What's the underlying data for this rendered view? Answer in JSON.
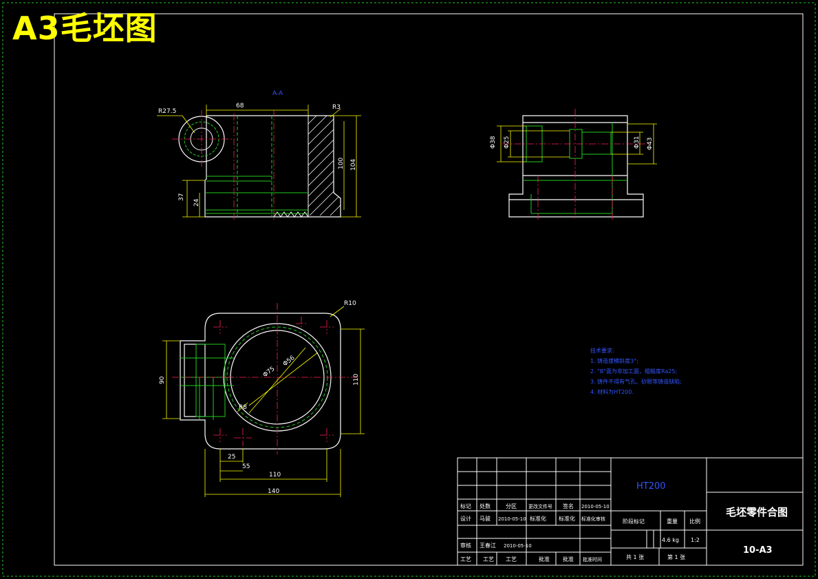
{
  "banner": {
    "title": "A3毛坯图"
  },
  "views": {
    "section_label": "A-A",
    "front": {
      "dims": {
        "r_boss": "R27.5",
        "width_top": "68",
        "chamfer": "R3",
        "h_total": "104",
        "h_inner": "100",
        "h_base": "37",
        "h_flange": "24"
      }
    },
    "side": {
      "dims": {
        "d_left_outer": "Φ38",
        "d_left_inner": "Φ25",
        "d_right_inner": "Φ31",
        "d_right_outer": "Φ43"
      }
    },
    "top": {
      "dims": {
        "corner_r": "R10",
        "d_outer": "Φ75",
        "d_inner": "Φ56",
        "height_left": "90",
        "height_right": "110",
        "small_r": "R8",
        "w25": "25",
        "w55": "55",
        "w110": "110",
        "w140": "140"
      }
    }
  },
  "notes": {
    "heading": "技术要求:",
    "items": [
      "1. 铸造拔模斜度3°;",
      "2. \"B\"面为非加工面，粗糙度Ra25;",
      "3. 铸件不得有气孔、砂眼等铸造缺陷;",
      "4. 材料为HT200."
    ]
  },
  "title_block": {
    "material": "HT200",
    "part_name": "毛坯零件合图",
    "drawing_no": "10-A3",
    "row_labels_1": [
      "标记",
      "处数",
      "分区",
      "更改文件号",
      "签名",
      "2010-05-10"
    ],
    "row_labels_2": [
      "设计",
      "马骏",
      "2010-05-10",
      "标准化",
      "标准化",
      "标准化审核"
    ],
    "row_labels_3": [
      "审核",
      "王春江",
      "2010-05-10"
    ],
    "row_labels_4": [
      "工艺",
      "工艺",
      "工艺",
      "批准",
      "批准",
      "批准时间"
    ],
    "stage": "阶段标记",
    "weight_label": "重量",
    "scale_label": "比例",
    "weight": "4.6 kg",
    "scale": "1:2",
    "sheets": "共 1 张",
    "sheet_no": "第 1 张"
  },
  "colors": {
    "frame": "#ffffff",
    "outline": "#ffffff",
    "green": "#22cc22",
    "center": "#ff2255",
    "dim": "#ffff00",
    "note": "#3355ff",
    "banner": "#ffff00",
    "border_dash": "#22cc22"
  }
}
